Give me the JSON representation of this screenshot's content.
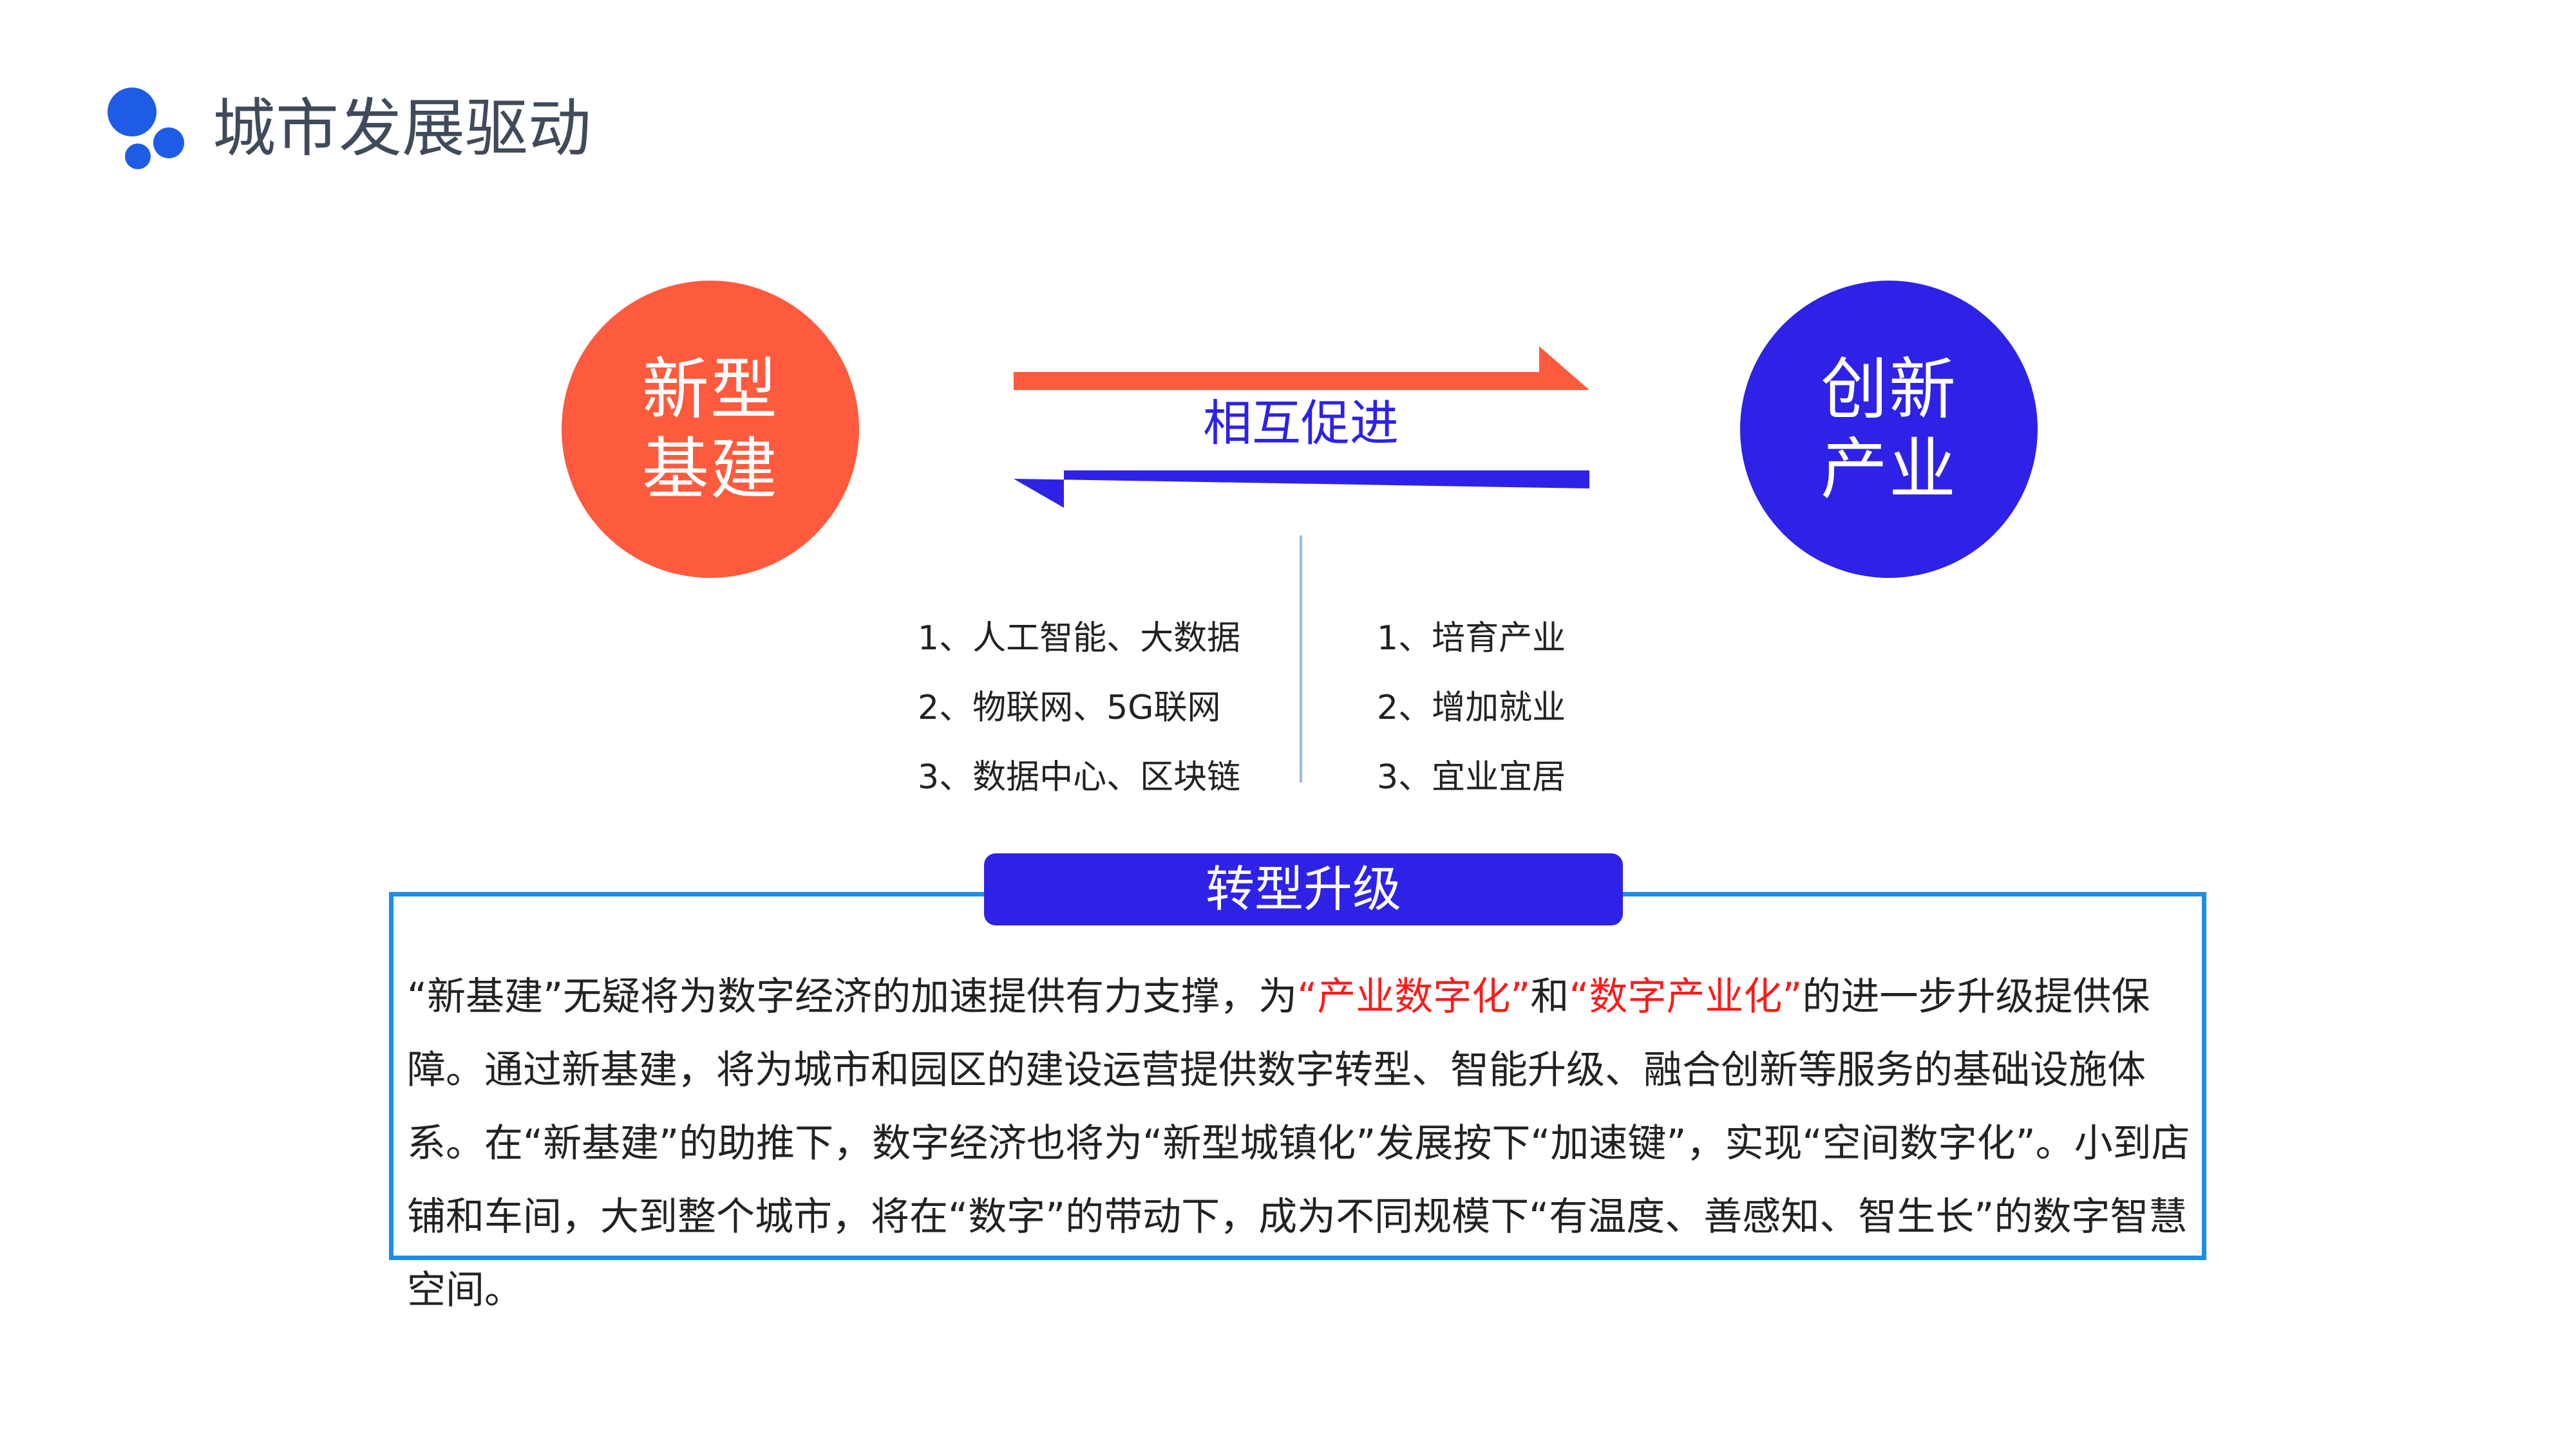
{
  "header": {
    "title": "城市发展驱动",
    "logo_icon": "three-dots-icon",
    "logo_color": "#1f5ce6"
  },
  "left_circle": {
    "line1": "新型",
    "line2": "基建",
    "color": "#fd5a3e"
  },
  "right_circle": {
    "line1": "创新",
    "line2": "产业",
    "color": "#2d22e6"
  },
  "relation": {
    "label": "相互促进",
    "right_arrow_color": "#fd5a3e",
    "left_arrow_color": "#2d22e6"
  },
  "left_list": [
    "1、人工智能、大数据",
    "2、物联网、5G联网",
    "3、数据中心、区块链"
  ],
  "right_list": [
    "1、培育产业",
    "2、增加就业",
    "3、宜业宜居"
  ],
  "upgrade": {
    "badge": "转型升级",
    "border_color": "#1d8ee8",
    "highlight_color": "#ff1a1a",
    "text_part1": "“新基建”无疑将为数字经济的加速提供有力支撑，为",
    "highlight1": "“产业数字化”",
    "text_part2": "和",
    "highlight2": "“数字产业化”",
    "text_part3": "的进一步升级提供保障。通过新基建，将为城市和园区的建设运营提供数字转型、智能升级、融合创新等服务的基础设施体系。在“新基建”的助推下，数字经济也将为“新型城镇化”发展按下“加速键”，实现“空间数字化”。小到店铺和车间，大到整个城市，将在“数字”的带动下，成为不同规模下“有温度、善感知、智生长”的数字智慧空间。"
  }
}
